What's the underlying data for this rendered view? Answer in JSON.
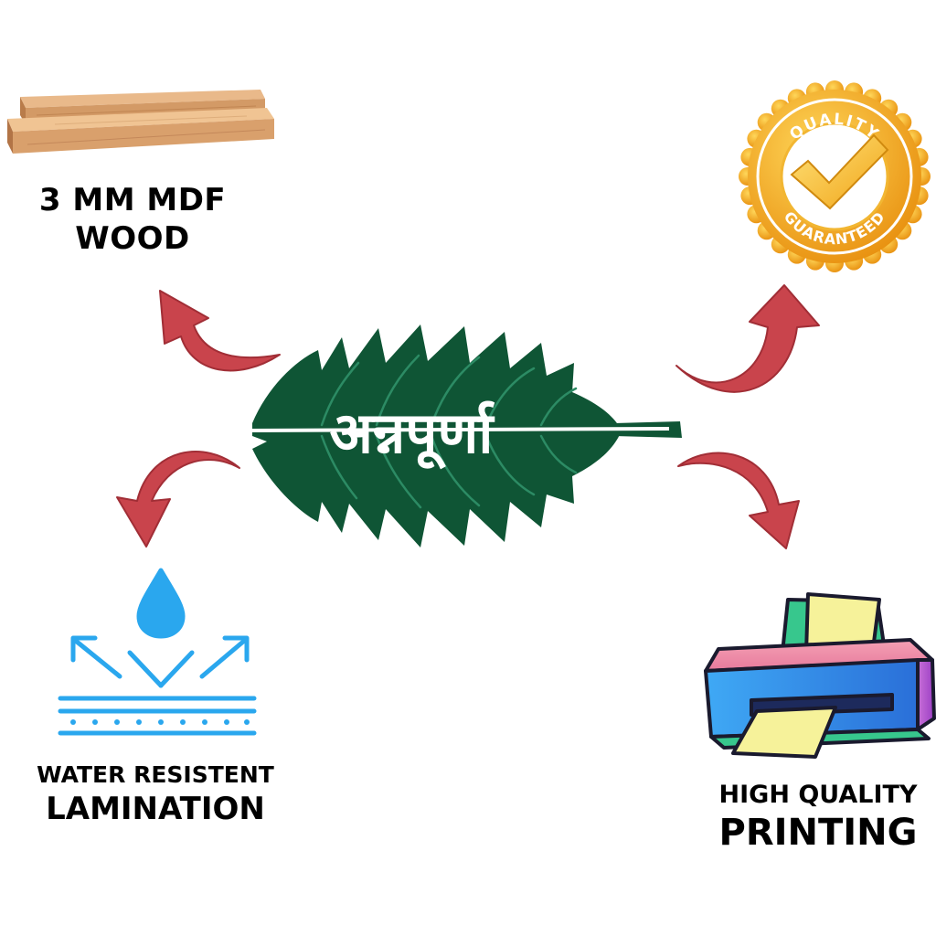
{
  "center_logo": {
    "text": "अन्नपूर्णा",
    "leaf_color": "#0f5535",
    "vein_color": "#2c8b64",
    "text_color": "#ffffff"
  },
  "features": {
    "wood": {
      "line1": "3 MM MDF",
      "line2": "WOOD",
      "icon": "wood-planks-icon"
    },
    "quality": {
      "badge_top": "QUALITY",
      "badge_bottom": "GUARANTEED",
      "icon": "quality-seal-icon"
    },
    "water": {
      "line1": "WATER RESISTENT",
      "line2": "LAMINATION",
      "icon": "water-drop-layers-icon"
    },
    "printing": {
      "line1": "HIGH QUALITY",
      "line2": "PRINTING",
      "icon": "printer-icon"
    }
  },
  "colors": {
    "arrow": "#c9444c",
    "arrow_dark": "#a12e36",
    "gold": "#f2a619",
    "water_blue": "#2aa7ee"
  }
}
